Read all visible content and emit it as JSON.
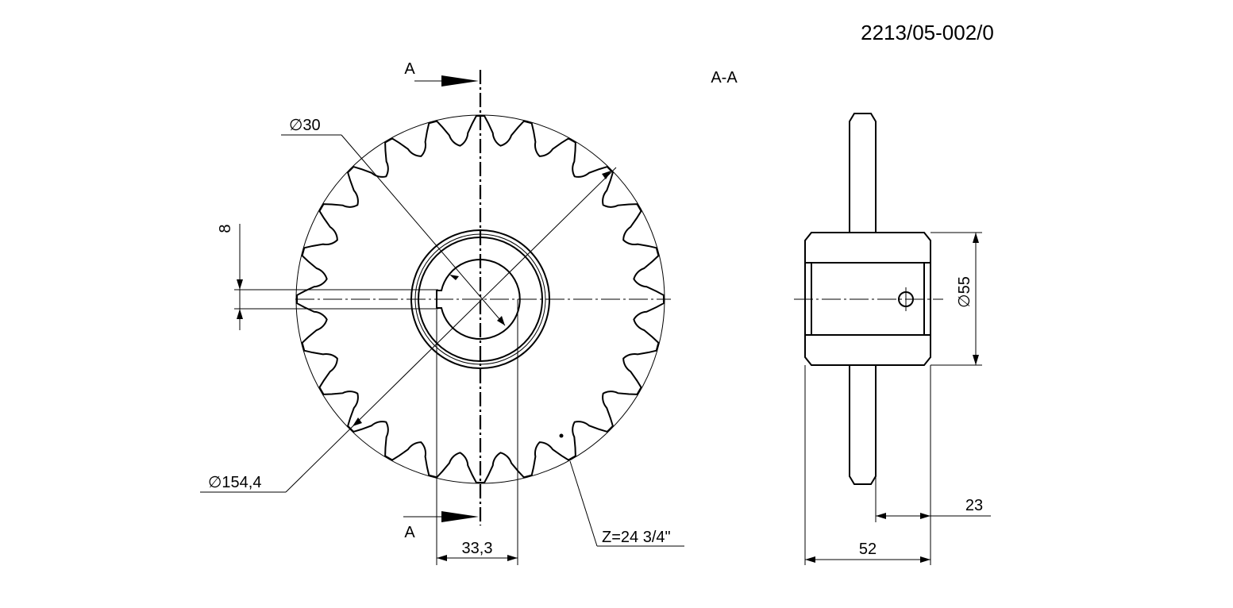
{
  "drawing_number": "2213/05-002/0",
  "section_label": "A-A",
  "cut_marker_top": "A",
  "cut_marker_bottom": "A",
  "dimensions": {
    "bore_diameter": "∅30",
    "outer_diameter": "∅154,4",
    "keyway_width": "8",
    "hub_diameter": "33,3",
    "teeth_spec": "Z=24 3/4\"",
    "hub_outer_diameter": "∅55",
    "tooth_offset": "23",
    "hub_length": "52"
  },
  "colors": {
    "line": "#000000",
    "background": "#ffffff"
  }
}
